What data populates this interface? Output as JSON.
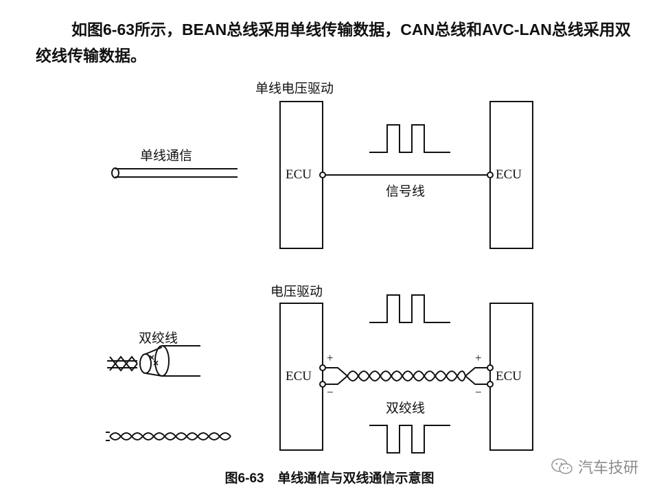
{
  "paragraph": {
    "prefix": "如图",
    "fig_ref": "6-63",
    "mid1": "所示，",
    "bean": "BEAN",
    "mid2": "总线采用单线传输数据，",
    "can": "CAN",
    "mid3": "总线和",
    "avc": "AVC-LAN",
    "mid4": "总线采用双绞线传输数据。"
  },
  "figure": {
    "top_panel": {
      "title": "单线电压驱动",
      "side_label": "单线通信",
      "ecu_left": "ECU",
      "ecu_right": "ECU",
      "wire_label": "信号线"
    },
    "bottom_panel": {
      "title": "电压驱动",
      "side_label": "双绞线",
      "ecu_left": "ECU",
      "ecu_right": "ECU",
      "wire_label": "双绞线",
      "plus": "+",
      "minus": "−"
    },
    "caption_num": "图6-63",
    "caption_text": "单线通信与双线通信示意图"
  },
  "watermark": {
    "text": "汽车技研",
    "icon": "wechat-icon"
  }
}
